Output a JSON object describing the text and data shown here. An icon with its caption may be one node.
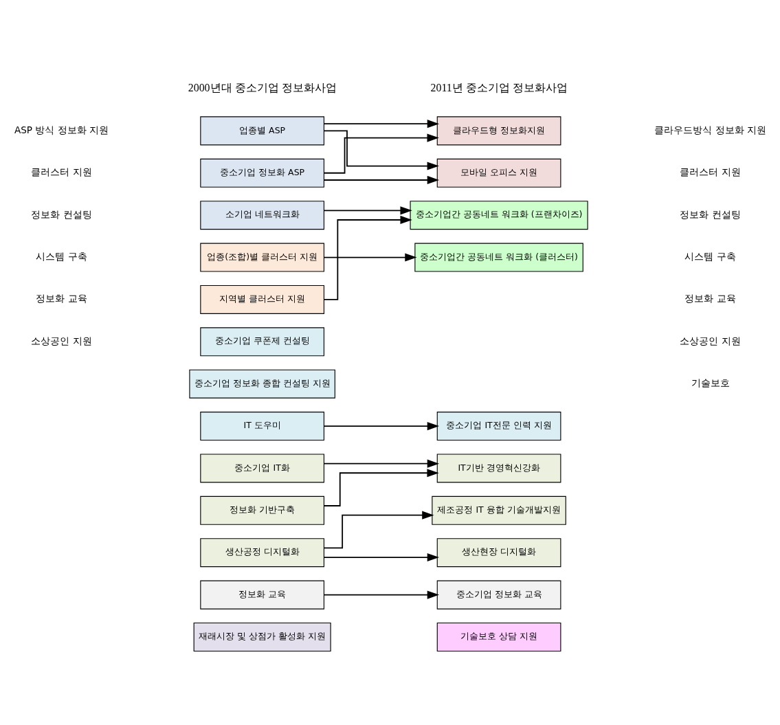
{
  "diagram": {
    "nodes": [
      {
        "text": [
          "업종별 ASP"
        ]
      },
      {
        "text": [
          "중소기업 정보화 ASP"
        ]
      },
      {
        "text": [
          "소기업 네트워크화"
        ]
      },
      {
        "text": [
          "업종(조합)별 클러스터 지원"
        ]
      },
      {
        "text": [
          "지역별 클러스터 지원"
        ]
      },
      {
        "text": [
          "중소기업 쿠폰제 컨설팅"
        ]
      },
      {
        "text": [
          "중소기업 정보화 종합 컨설팅 지원"
        ]
      },
      {
        "text": [
          "IT 도우미"
        ]
      },
      {
        "text": [
          "중소기업 IT화"
        ]
      },
      {
        "text": [
          "정보화 기반구축"
        ]
      },
      {
        "text": [
          "생산공정 디지털화"
        ]
      },
      {
        "text": [
          "정보화 교육"
        ]
      },
      {
        "text": [
          "재래시장 및 상점가 활성화 지원"
        ]
      },
      {
        "text": [
          "클라우드형 정보화지원"
        ]
      },
      {
        "text": [
          "모바일 오피스 지원"
        ]
      },
      {
        "text": [
          "중소기업간 공동네트 워크화 (프랜차이즈)"
        ]
      },
      {
        "text": [
          "중소기업간 공동네트 워크화 (클러스터)"
        ]
      },
      {
        "text": [
          "중소기업 IT전문 인력 지원"
        ]
      },
      {
        "text": [
          "IT기반 경영혁신강화"
        ]
      },
      {
        "text": [
          "제조공정 IT 융합 기술개발지원"
        ]
      },
      {
        "text": [
          "생산현장 디지털화"
        ]
      },
      {
        "text": [
          "중소기업 정보화 교육"
        ]
      },
      {
        "text": [
          "기술보호 상담 지원"
        ]
      }
    ],
    "edges": [
      {
        "from": 0,
        "to": 13,
        "arrow": "to"
      },
      {
        "from": 0,
        "to": 14,
        "arrow": "to"
      },
      {
        "from": 1,
        "to": 13,
        "arrow": "to"
      },
      {
        "from": 1,
        "to": 14,
        "arrow": "to"
      },
      {
        "from": 2,
        "to": 15,
        "arrow": "to"
      },
      {
        "from": 4,
        "to": 15,
        "arrow": "to"
      },
      {
        "from": 3,
        "to": 16,
        "arrow": "to"
      },
      {
        "from": 7,
        "to": 17,
        "arrow": "to"
      },
      {
        "from": 8,
        "to": 18,
        "arrow": "to"
      },
      {
        "from": 9,
        "to": 18,
        "arrow": "to"
      },
      {
        "from": 10,
        "to": 19,
        "arrow": "to"
      },
      {
        "from": 10,
        "to": 20,
        "arrow": "to"
      },
      {
        "from": 11,
        "to": 21,
        "arrow": "to"
      }
    ],
    "labels": [
      "2000년대 중소기업 정보화사업",
      "2011년 중소기업 정보화사업",
      "클라우드방식 정보화 지원",
      "ASP 방식 정보화 지원",
      "클러스터 지원",
      "클러스터 지원",
      "정보화 컨설팅",
      "정보화 컨설팅",
      "시스템 구축",
      "시스템 구축",
      "정보화 교육",
      "정보화 교육",
      "소상공인 지원",
      "소상공인 지원",
      "기술보호"
    ]
  }
}
